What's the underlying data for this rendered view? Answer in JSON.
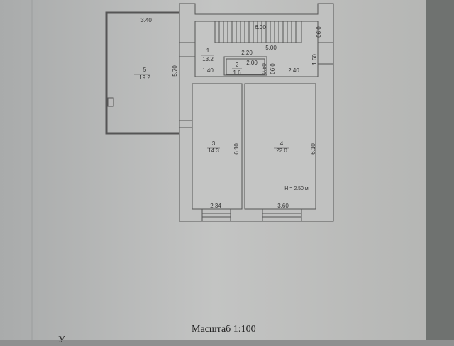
{
  "plan": {
    "rooms": [
      {
        "number": "1",
        "area": "13.2"
      },
      {
        "number": "2",
        "area": "1.6"
      },
      {
        "number": "3",
        "area": "14.3"
      },
      {
        "number": "4",
        "area": "22.0"
      },
      {
        "number": "5",
        "area": "19.2"
      }
    ],
    "dimensions": {
      "room5_width": "3.40",
      "room5_height": "5.70",
      "stairs_length": "6.00",
      "hall_length": "5.00",
      "stairs_width": "0.90",
      "right_opening": "1.60",
      "closet_top": "2.20",
      "closet_inner": "2.00",
      "closet_door": "0.80",
      "closet_depth": "0.90",
      "door_left": "1.40",
      "door_right": "2.40",
      "room3_height": "6.10",
      "room4_height": "6.10",
      "room3_width": "2.34",
      "room4_width": "3.60"
    },
    "ceiling_height": "H = 2.50 м"
  },
  "footer": {
    "scale": "Масштаб 1:100",
    "cut_text": "У"
  }
}
